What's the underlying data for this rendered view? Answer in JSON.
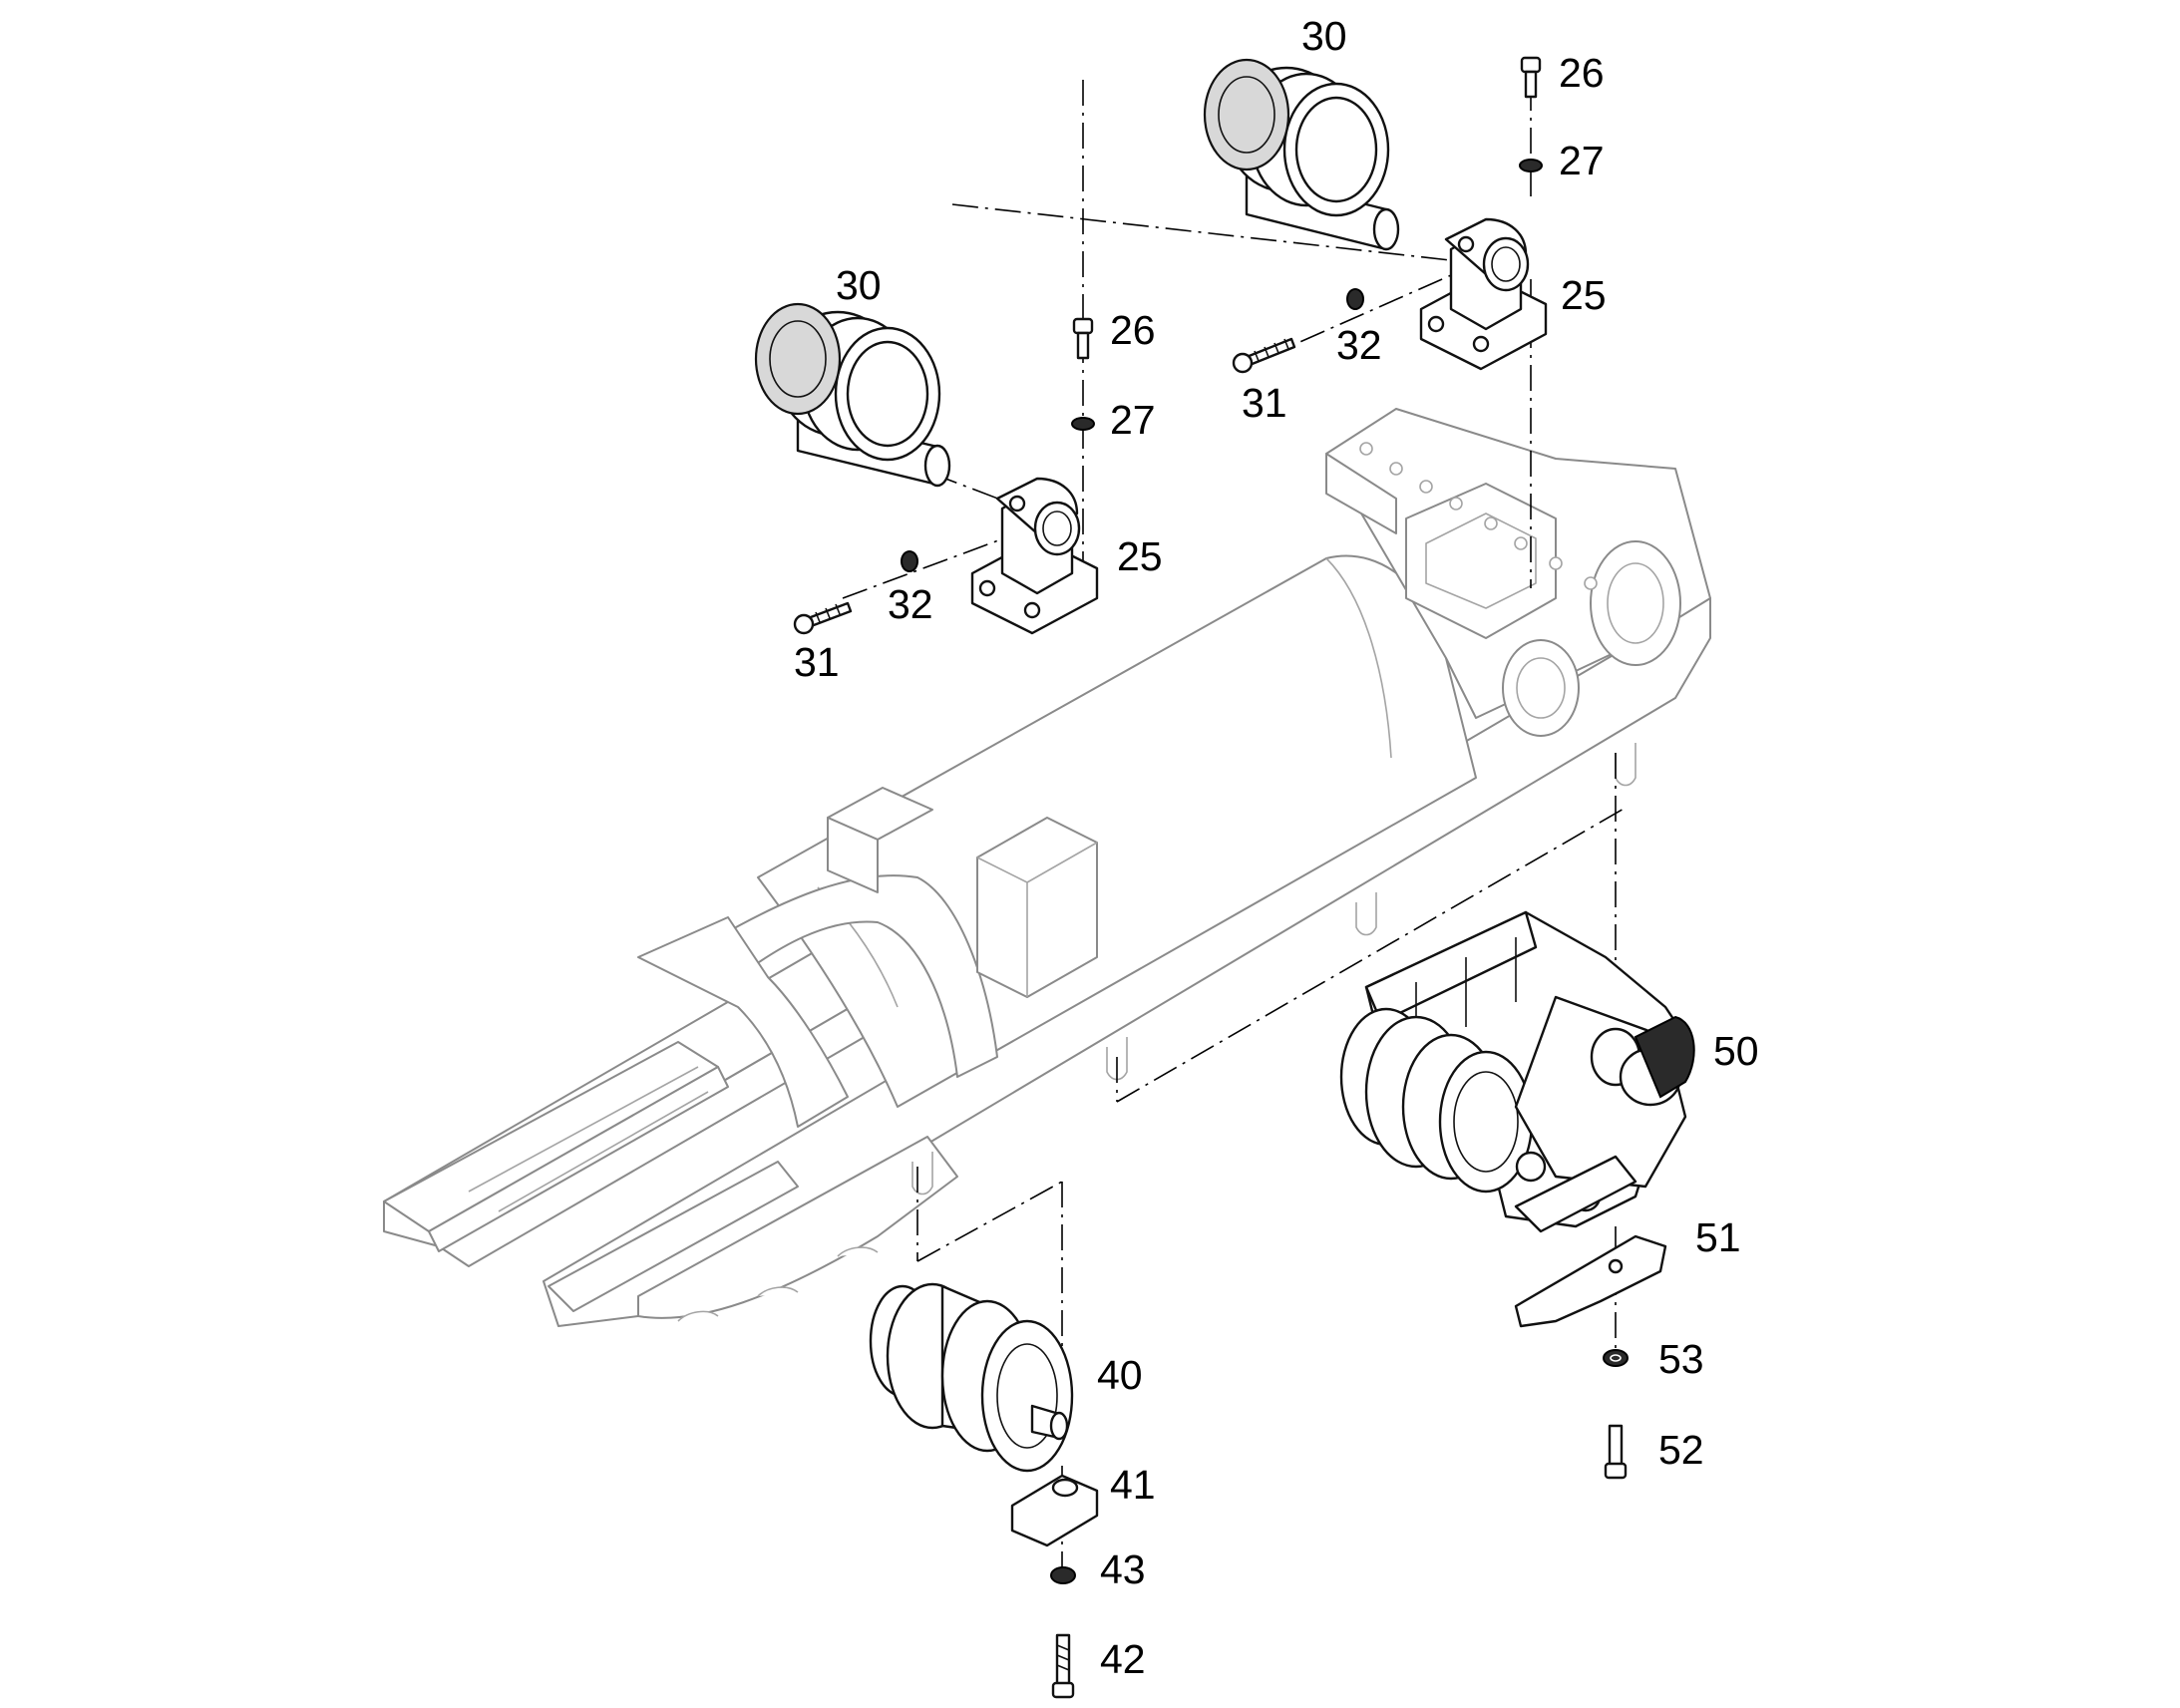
{
  "diagram": {
    "callouts": [
      {
        "id": "c-30-top",
        "label": "30"
      },
      {
        "id": "c-26-top",
        "label": "26"
      },
      {
        "id": "c-27-top",
        "label": "27"
      },
      {
        "id": "c-25-top",
        "label": "25"
      },
      {
        "id": "c-32-top",
        "label": "32"
      },
      {
        "id": "c-31-top",
        "label": "31"
      },
      {
        "id": "c-30-mid",
        "label": "30"
      },
      {
        "id": "c-26-mid",
        "label": "26"
      },
      {
        "id": "c-27-mid",
        "label": "27"
      },
      {
        "id": "c-25-mid",
        "label": "25"
      },
      {
        "id": "c-32-mid",
        "label": "32"
      },
      {
        "id": "c-31-mid",
        "label": "31"
      },
      {
        "id": "c-50",
        "label": "50"
      },
      {
        "id": "c-51",
        "label": "51"
      },
      {
        "id": "c-53",
        "label": "53"
      },
      {
        "id": "c-52",
        "label": "52"
      },
      {
        "id": "c-40",
        "label": "40"
      },
      {
        "id": "c-41",
        "label": "41"
      },
      {
        "id": "c-43",
        "label": "43"
      },
      {
        "id": "c-42",
        "label": "42"
      }
    ]
  }
}
